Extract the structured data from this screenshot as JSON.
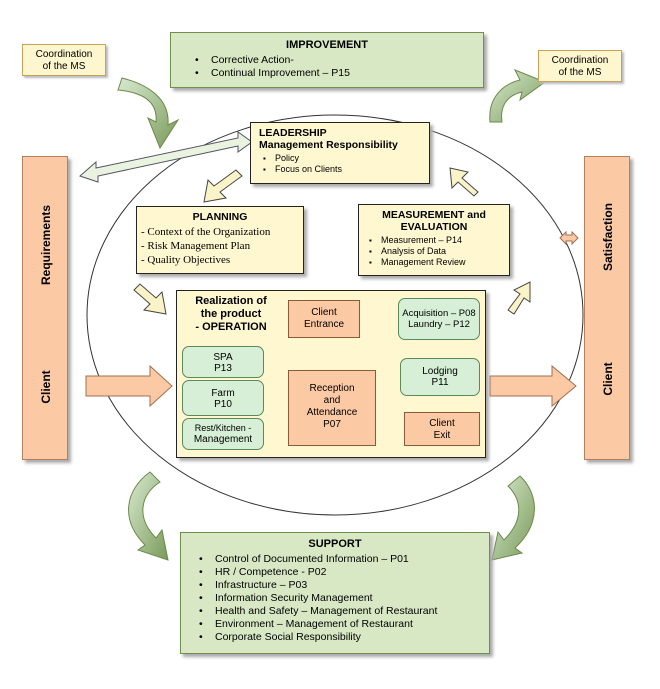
{
  "coordination": {
    "left": [
      "Coordination",
      "of the MS"
    ],
    "right": [
      "Coordination",
      "of the MS"
    ]
  },
  "improvement": {
    "title": "IMPROVEMENT",
    "items": [
      "Corrective Action-",
      "Continual Improvement – P15"
    ]
  },
  "leadership": {
    "title1": "LEADERSHIP",
    "title2": "Management Responsibility",
    "items": [
      "Policy",
      "Focus on Clients"
    ]
  },
  "planning": {
    "title": "PLANNING",
    "items": [
      "- Context of the Organization",
      "- Risk Management Plan",
      "- Quality Objectives"
    ]
  },
  "measurement": {
    "title1": "MEASUREMENT and",
    "title2": "EVALUATION",
    "items": [
      "Measurement – P14",
      "Analysis of Data",
      "Management Review"
    ]
  },
  "operation": {
    "title": [
      "Realization of",
      "the product",
      "- OPERATION"
    ],
    "spa": [
      "SPA",
      "P13"
    ],
    "farm": [
      "Farm",
      "P10"
    ],
    "kitchen": [
      "Rest/Kitchen -",
      "Management"
    ],
    "client_entrance": [
      "Client",
      "Entrance"
    ],
    "reception": [
      "Reception",
      "and",
      "Attendance",
      "P07"
    ],
    "client_exit": [
      "Client",
      "Exit"
    ],
    "acquisition": [
      "Acquisition – P08",
      "Laundry – P12"
    ],
    "lodging": [
      "Lodging",
      "P11"
    ]
  },
  "left_bar": {
    "top": "Requirements",
    "bottom": "Client"
  },
  "right_bar": {
    "top": "Satisfaction",
    "bottom": "Client"
  },
  "support": {
    "title": "SUPPORT",
    "items": [
      "Control of Documented Information – P01",
      "HR / Competence - P02",
      "Infrastructure – P03",
      "Information Security Management",
      "Health and Safety – Management of Restaurant",
      "Environment – Management of Restaurant",
      "Corporate Social Responsibility"
    ]
  },
  "colors": {
    "green_box": "#d8e8c4",
    "yellow_box": "#fff7d0",
    "orange_box": "#fbc9a4",
    "round_box": "#d6efd6",
    "arrow_yellow": "#fbf3c8",
    "arrow_green_dark": "#7a9a5a"
  }
}
